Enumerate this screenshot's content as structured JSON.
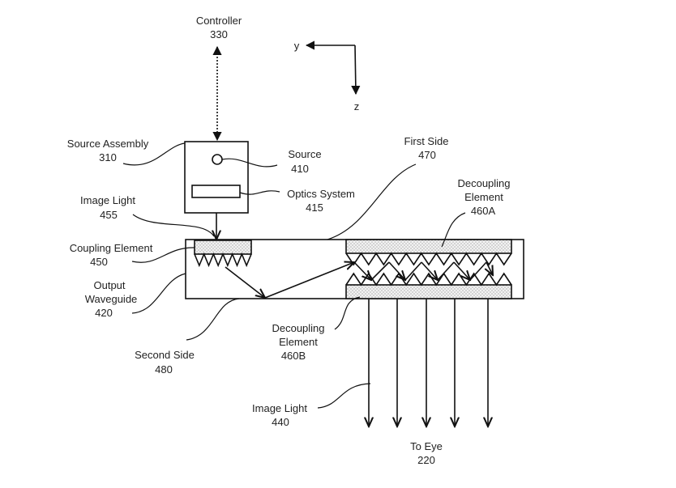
{
  "labels": {
    "controller": {
      "name": "Controller",
      "num": "330"
    },
    "axis_y": "y",
    "axis_z": "z",
    "source_assembly": {
      "name": "Source Assembly",
      "num": "310"
    },
    "source": {
      "name": "Source",
      "num": "410"
    },
    "optics_system": {
      "name": "Optics System",
      "num": "415"
    },
    "image_light_in": {
      "name": "Image Light",
      "num": "455"
    },
    "coupling_element": {
      "name": "Coupling Element",
      "num": "450"
    },
    "output_waveguide": {
      "line1": "Output",
      "line2": "Waveguide",
      "num": "420"
    },
    "first_side": {
      "name": "First Side",
      "num": "470"
    },
    "decoupling_a": {
      "line1": "Decoupling",
      "line2": "Element",
      "num": "460A"
    },
    "decoupling_b": {
      "line1": "Decoupling",
      "line2": "Element",
      "num": "460B"
    },
    "second_side": {
      "name": "Second Side",
      "num": "480"
    },
    "image_light_out": {
      "name": "Image Light",
      "num": "440"
    },
    "to_eye": {
      "name": "To Eye",
      "num": "220"
    }
  },
  "output_ray_count": 5
}
